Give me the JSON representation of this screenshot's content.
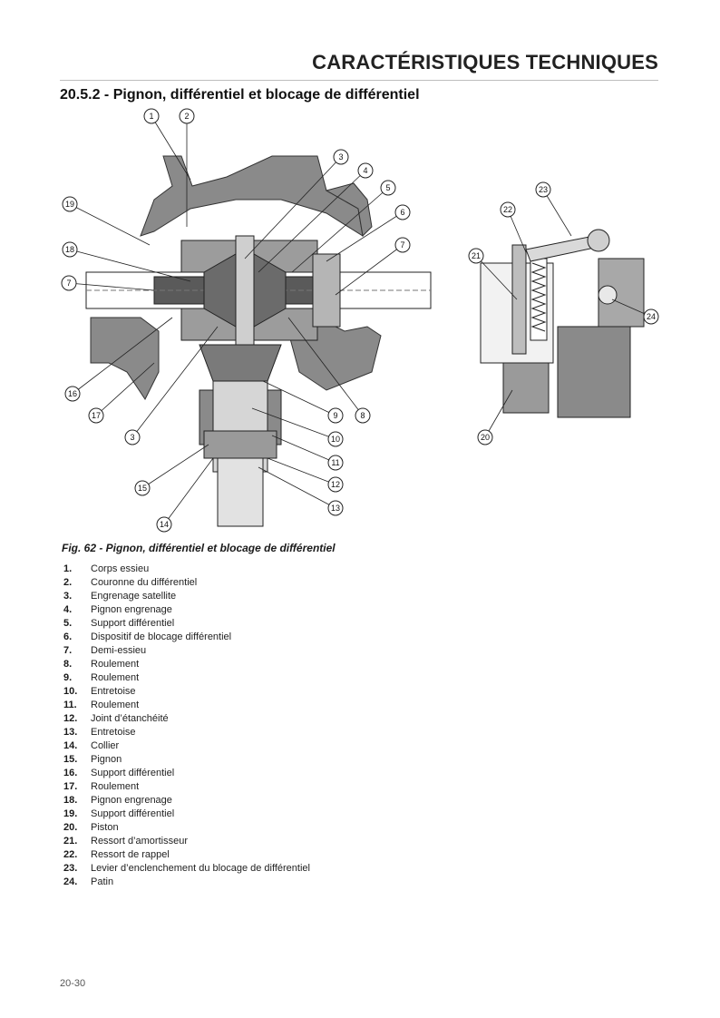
{
  "header": {
    "title": "CARACTÉRISTIQUES TECHNIQUES"
  },
  "section": {
    "title": "20.5.2 - Pignon, différentiel et blocage de différentiel"
  },
  "figure": {
    "caption": "Fig. 62 - Pignon, différentiel et blocage de différentiel",
    "callouts": [
      "1",
      "2",
      "3",
      "4",
      "5",
      "6",
      "7",
      "7",
      "8",
      "9",
      "10",
      "11",
      "12",
      "13",
      "14",
      "15",
      "16",
      "17",
      "18",
      "19",
      "3",
      "20",
      "21",
      "22",
      "23",
      "24"
    ]
  },
  "legend": [
    {
      "num": "1.",
      "label": "Corps essieu"
    },
    {
      "num": "2.",
      "label": "Couronne du différentiel"
    },
    {
      "num": "3.",
      "label": "Engrenage satellite"
    },
    {
      "num": "4.",
      "label": "Pignon engrenage"
    },
    {
      "num": "5.",
      "label": "Support différentiel"
    },
    {
      "num": "6.",
      "label": "Dispositif de blocage différentiel"
    },
    {
      "num": "7.",
      "label": "Demi-essieu"
    },
    {
      "num": "8.",
      "label": "Roulement"
    },
    {
      "num": "9.",
      "label": "Roulement"
    },
    {
      "num": "10.",
      "label": "Entretoise"
    },
    {
      "num": "11.",
      "label": "Roulement"
    },
    {
      "num": "12.",
      "label": "Joint d’étanchéité"
    },
    {
      "num": "13.",
      "label": "Entretoise"
    },
    {
      "num": "14.",
      "label": "Collier"
    },
    {
      "num": "15.",
      "label": "Pignon"
    },
    {
      "num": "16.",
      "label": "Support différentiel"
    },
    {
      "num": "17.",
      "label": "Roulement"
    },
    {
      "num": "18.",
      "label": "Pignon engrenage"
    },
    {
      "num": "19.",
      "label": "Support différentiel"
    },
    {
      "num": "20.",
      "label": "Piston"
    },
    {
      "num": "21.",
      "label": "Ressort d’amortisseur"
    },
    {
      "num": "22.",
      "label": "Ressort de rappel"
    },
    {
      "num": "23.",
      "label": "Levier d’enclenchement du blocage de différentiel"
    },
    {
      "num": "24.",
      "label": "Patin"
    }
  ],
  "footer": {
    "page_number": "20-30"
  }
}
